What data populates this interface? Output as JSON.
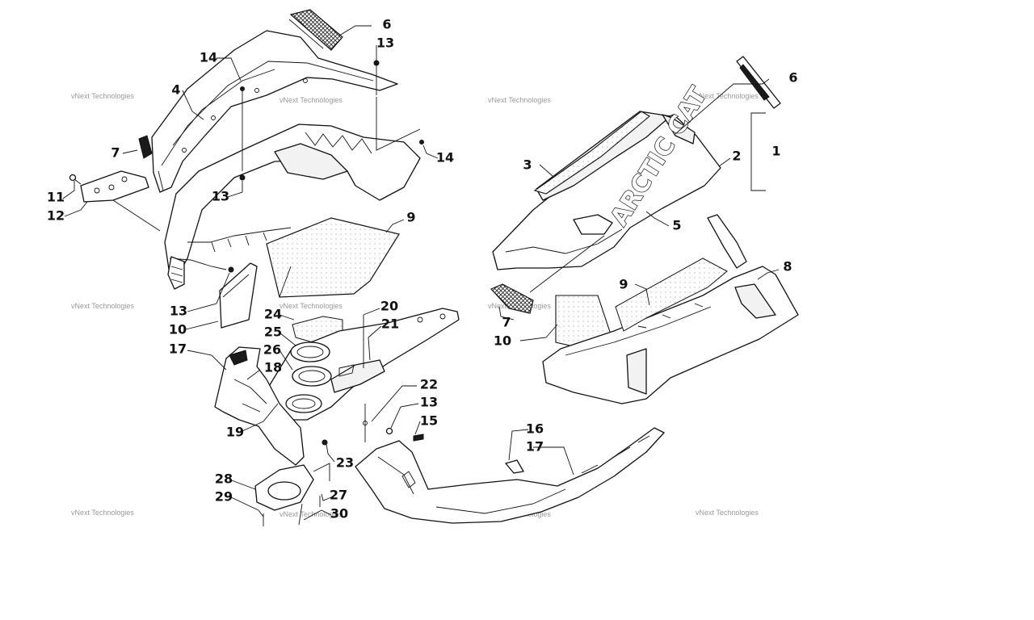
{
  "brand_label": "ARCTIC CAT",
  "watermark_text": "vNext Technologies",
  "colors": {
    "ink": "#111111",
    "paper": "#ffffff",
    "watermark": "#9a9a9a"
  },
  "callouts": {
    "c1": "1",
    "c2": "2",
    "c3": "3",
    "c4": "4",
    "c5": "5",
    "c6a": "6",
    "c6b": "6",
    "c7a": "7",
    "c7b": "7",
    "c8": "8",
    "c9a": "9",
    "c9b": "9",
    "c10a": "10",
    "c10b": "10",
    "c11": "11",
    "c12": "12",
    "c13a": "13",
    "c13b": "13",
    "c13c": "13",
    "c13d": "13",
    "c14a": "14",
    "c14b": "14",
    "c15": "15",
    "c16": "16",
    "c17a": "17",
    "c17b": "17",
    "c18": "18",
    "c19": "19",
    "c20": "20",
    "c21": "21",
    "c22": "22",
    "c23": "23",
    "c24": "24",
    "c25": "25",
    "c26": "26",
    "c27": "27",
    "c28": "28",
    "c29": "29",
    "c30": "30"
  }
}
